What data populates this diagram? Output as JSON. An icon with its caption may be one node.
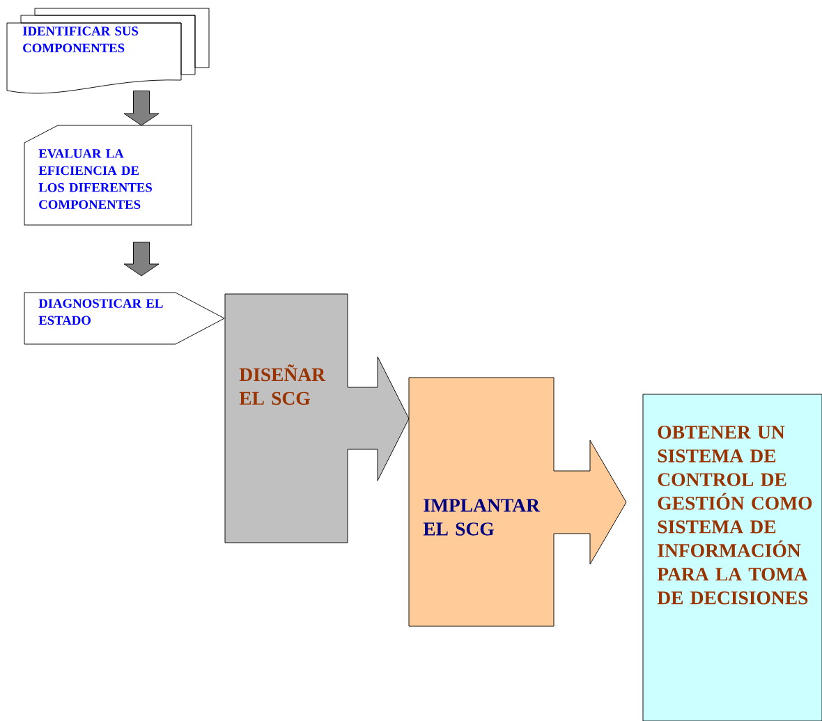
{
  "diagram": {
    "nodes": [
      {
        "text": [
          "IDENTIFICAR SUS COMPONENTES"
        ]
      },
      {
        "text": [
          "EVALUAR LA EFICIENCIA DE LOS DIFERENTES COMPONENTES"
        ]
      },
      {
        "text": [
          "DIAGNOSTICAR EL ESTADO"
        ]
      },
      {
        "text": [
          "DISEÑAR EL SCG"
        ]
      },
      {
        "text": [
          "IMPLANTAR EL SCG"
        ]
      },
      {
        "text": [
          "OBTENER UN SISTEMA DE CONTROL DE GESTIÓN COMO SISTEMA DE INFORMACIÓN PARA LA TOMA DE DECISIONES"
        ]
      }
    ],
    "edges": [
      {
        "from": 0,
        "to": 1,
        "arrow": "to"
      },
      {
        "from": 1,
        "to": 2,
        "arrow": "to"
      }
    ]
  }
}
